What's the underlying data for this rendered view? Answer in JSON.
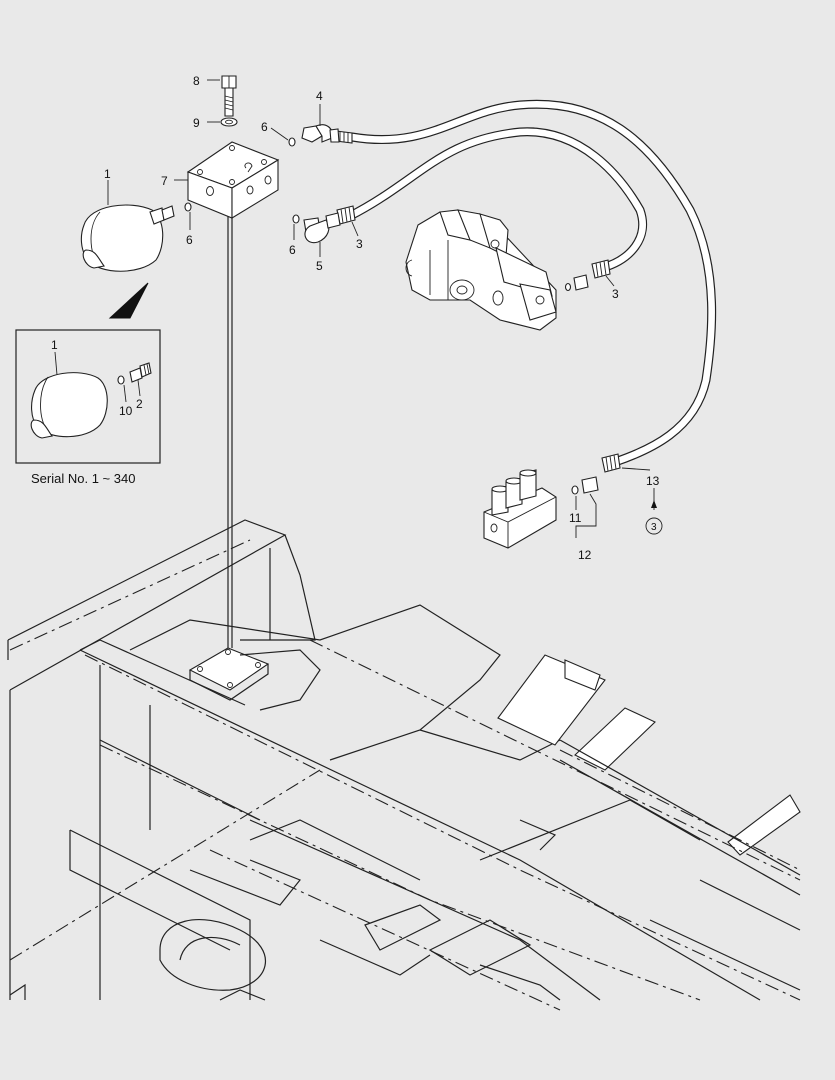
{
  "callouts": {
    "p1": "1",
    "p3a": "3",
    "p3b": "3",
    "p4": "4",
    "p5": "5",
    "p6a": "6",
    "p6b": "6",
    "p6c": "6",
    "p7": "7",
    "p8": "8",
    "p9": "9",
    "p11": "11",
    "p12": "12",
    "p13": "13",
    "ref3": "3",
    "inset1": "1",
    "inset2": "2",
    "inset10": "10"
  },
  "inset": {
    "caption": "Serial No. 1 ~  340"
  },
  "colors": {
    "background": "#e9e9e9",
    "line": "#222222",
    "part_fill": "#ffffff"
  }
}
